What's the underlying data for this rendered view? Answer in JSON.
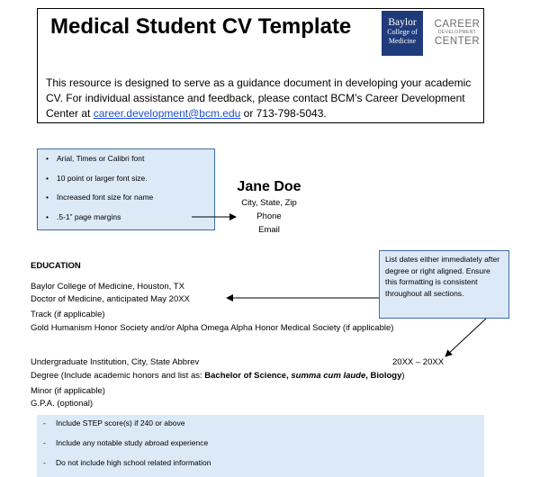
{
  "header": {
    "title": "Medical Student CV Template",
    "logo_college_line1": "Baylor",
    "logo_college_line2": "College of",
    "logo_college_line3": "Medicine",
    "logo_career_line1": "CAREER",
    "logo_career_line2": "DEVELOPMENT",
    "logo_career_line3": "CENTER",
    "intro_text": "This resource is designed to serve as a guidance document in developing your academic CV. For individual assistance and feedback, please contact BCM’s Career Development Center at ",
    "intro_email": "career.development@bcm.edu",
    "intro_phone_text": "  or 713-798-5043."
  },
  "formatting_tips": {
    "items": [
      "Arial, Times or Calibri font",
      "10 point or larger font size.",
      "Increased font size for name",
      ".5-1” page margins"
    ],
    "bullet": "•"
  },
  "contact": {
    "name": "Jane Doe",
    "city_state_zip": "City, State, Zip",
    "phone": "Phone",
    "email": "Email"
  },
  "dates_note": {
    "text": "List dates either immediately after degree or right aligned. Ensure this formatting is consistent throughout all sections."
  },
  "education": {
    "heading": "EDUCATION",
    "entry1": {
      "institution": "Baylor College of Medicine, Houston, TX",
      "degree": "Doctor of Medicine, anticipated May 20XX",
      "track": "Track (if applicable)",
      "honor": "Gold Humanism Honor Society and/or Alpha Omega Alpha Honor Medical Society (if applicable)"
    },
    "entry2": {
      "institution": "Undergraduate Institution, City, State Abbrev",
      "dates": "20XX – 20XX",
      "degree_prefix": "Degree (Include academic honors and list as: ",
      "degree_bold1": "Bachelor of Science, ",
      "degree_italic": "summa cum laude",
      "degree_bold2": ", Biology",
      "degree_suffix": ")",
      "minor": "Minor (if applicable)",
      "gpa": "G.P.A. (optional)"
    }
  },
  "education_tips": {
    "items": [
      "Include STEP score(s) if 240 or above",
      "Include any notable study abroad experience",
      "Do not include high school related information"
    ],
    "bullet": "-"
  },
  "colors": {
    "note_fill": "#dce9f6",
    "note_border": "#3e6da8",
    "logo_blue": "#1f3b7a",
    "link": "#1f4fd1"
  }
}
